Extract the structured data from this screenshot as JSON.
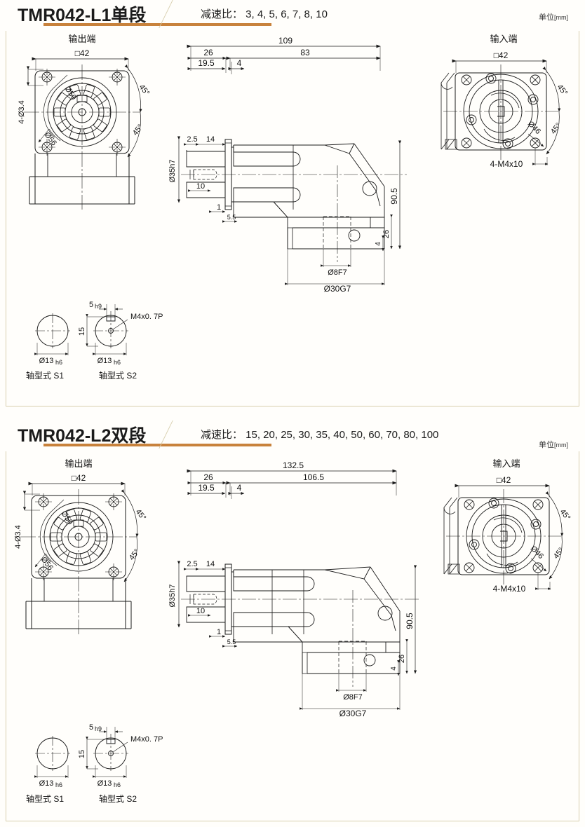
{
  "document": {
    "unit_label": "单位",
    "unit_brackets": "[mm]"
  },
  "panels": [
    {
      "id": "panel-l1",
      "title": "TMR042-L1单段",
      "ratio_label": "减速比：",
      "ratio_values": "3, 4, 5, 6, 7, 8, 10",
      "ratio_text": "减速比： 3, 4, 5, 6, 7, 8, 10",
      "unit_label": "单位",
      "unit_brackets": "[mm]",
      "views": {
        "output": {
          "title": "输出端",
          "dims": {
            "square": "□42",
            "holes": "4-Ø3.4",
            "pcd_inner": "Ø50",
            "pcd_outer": "Ø56",
            "angle_top": "45°",
            "angle_bottom": "45°"
          }
        },
        "section": {
          "dims": {
            "total_length": "109",
            "body_length": "83",
            "flange_a": "26",
            "flange_b": "19.5",
            "step_4": "4",
            "key_2_5": "2.5",
            "key_14": "14",
            "key_10": "10",
            "step_1": "1",
            "step_5_5": "5.5",
            "height_90_5": "90.5",
            "height_26": "26",
            "height_4": "4",
            "bore_8": "Ø8F7",
            "bore_30": "Ø30G7",
            "shaft_35": "Ø35h7"
          }
        },
        "input": {
          "title": "输入端",
          "dims": {
            "square": "□42",
            "pcd": "Ø46",
            "screws": "4-M4x10",
            "angle_top": "45°",
            "angle_bottom": "45°"
          }
        },
        "shafts": [
          {
            "caption": "轴型式 S1",
            "diameter": "Ø13",
            "tolerance": "h6"
          },
          {
            "caption": "轴型式 S2",
            "diameter": "Ø13",
            "tolerance": "h6",
            "key_width": "5",
            "key_tolerance": "h9",
            "key_height": "15",
            "thread": "M4x0. 7P"
          }
        ]
      }
    },
    {
      "id": "panel-l2",
      "title": "TMR042-L2双段",
      "ratio_label": "减速比：",
      "ratio_values": "15, 20, 25, 30, 35, 40, 50, 60, 70, 80, 100",
      "ratio_text": "减速比： 15, 20, 25, 30, 35, 40, 50, 60, 70, 80, 100",
      "unit_label": "单位",
      "unit_brackets": "[mm]",
      "views": {
        "output": {
          "title": "输出端",
          "dims": {
            "square": "□42",
            "holes": "4-Ø3.4",
            "pcd_inner": "Ø50",
            "pcd_outer": "Ø56",
            "angle_top": "45°",
            "angle_bottom": "45°"
          }
        },
        "section": {
          "dims": {
            "total_length": "132.5",
            "body_length": "106.5",
            "flange_a": "26",
            "flange_b": "19.5",
            "step_4": "4",
            "key_2_5": "2.5",
            "key_14": "14",
            "key_10": "10",
            "step_1": "1",
            "step_5_5": "5.5",
            "height_90_5": "90.5",
            "height_26": "26",
            "height_4": "4",
            "bore_8": "Ø8F7",
            "bore_30": "Ø30G7",
            "shaft_35": "Ø35h7"
          }
        },
        "input": {
          "title": "输入端",
          "dims": {
            "square": "□42",
            "pcd": "Ø46",
            "screws": "4-M4x10",
            "angle_top": "45°",
            "angle_bottom": "45°"
          }
        },
        "shafts": [
          {
            "caption": "轴型式 S1",
            "diameter": "Ø13",
            "tolerance": "h6"
          },
          {
            "caption": "轴型式 S2",
            "diameter": "Ø13",
            "tolerance": "h6",
            "key_width": "5",
            "key_tolerance": "h9",
            "key_height": "15",
            "thread": "M4x0. 7P"
          }
        ]
      }
    }
  ],
  "colors": {
    "frame": "#d8cfae",
    "title_bar": "#c8823c",
    "line": "#1a1a1a",
    "background": "#fffefb"
  }
}
